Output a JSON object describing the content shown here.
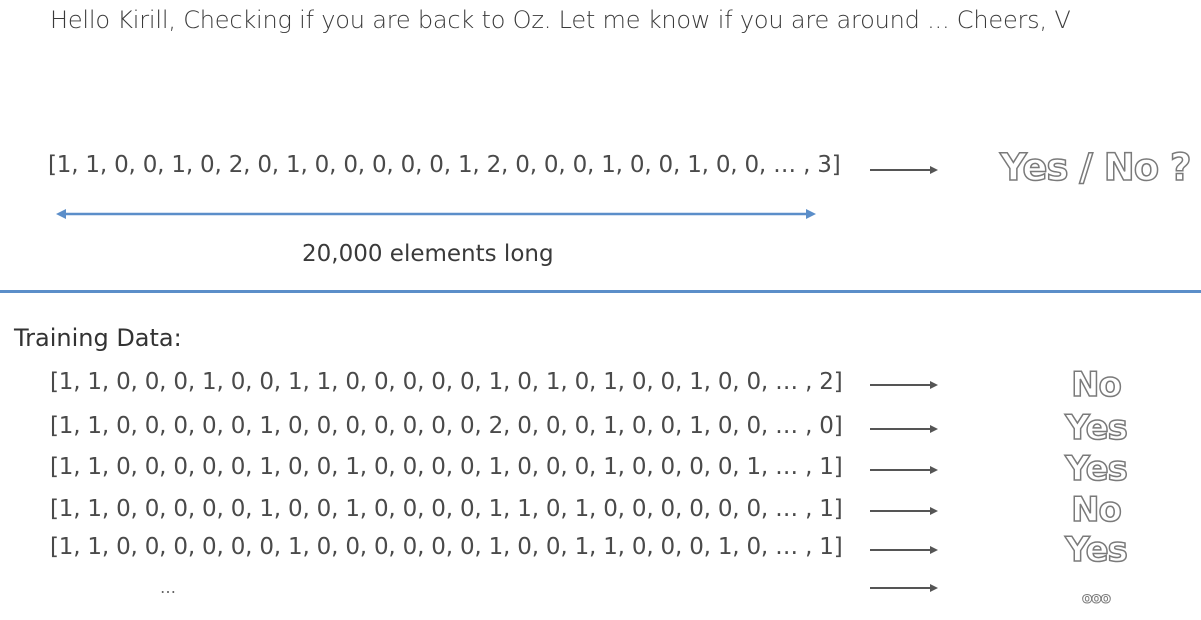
{
  "message": "Hello Kirill, Checking if you are back to Oz. Let me know if you are around ... Cheers, V",
  "query": {
    "vector": "[1, 1, 0, 0, 1, 0, 2, 0, 1, 0, 0, 0, 0, 0, 1, 2, 0, 0, 0, 1, 0, 0, 1, 0, 0, … , 3]",
    "answer": "Yes / No ?",
    "length_label": "20,000 elements long"
  },
  "training": {
    "title": "Training Data:",
    "rows": [
      {
        "vector": "[1, 1, 0, 0, 0, 1, 0, 0, 1, 1, 0, 0, 0, 0, 0, 1, 0, 1, 0, 1, 0, 0, 1, 0, 0, … , 2]",
        "label": "No"
      },
      {
        "vector": "[1, 1, 0, 0, 0, 0, 0, 1, 0, 0, 0, 0, 0, 0, 0, 2, 0, 0, 0, 1, 0, 0, 1, 0, 0, … , 0]",
        "label": "Yes"
      },
      {
        "vector": "[1, 1, 0, 0, 0, 0, 0, 1, 0, 0, 1, 0, 0, 0, 0, 1, 0, 0, 0, 1, 0, 0, 0, 0, 1, … , 1]",
        "label": "Yes"
      },
      {
        "vector": "[1, 1, 0, 0, 0, 0, 0, 1, 0, 0, 1, 0, 0, 0, 0, 1, 1, 0, 1, 0, 0, 0, 0, 0, 0, … , 1]",
        "label": "No"
      },
      {
        "vector": "[1, 1, 0, 0, 0, 0, 0, 0, 1, 0, 0, 0, 0, 0, 0, 1, 0, 0, 1, 1, 0, 0, 0, 1, 0, … , 1]",
        "label": "Yes"
      }
    ],
    "more_left": "…",
    "more_right": "ooo"
  },
  "colors": {
    "accent_line": "#5b8ec9",
    "arrow": "#555555",
    "label_outline": "#7a7a7a"
  },
  "icons": {
    "row_arrow": "right-arrow-icon",
    "length_arrow": "double-headed-arrow-icon"
  }
}
